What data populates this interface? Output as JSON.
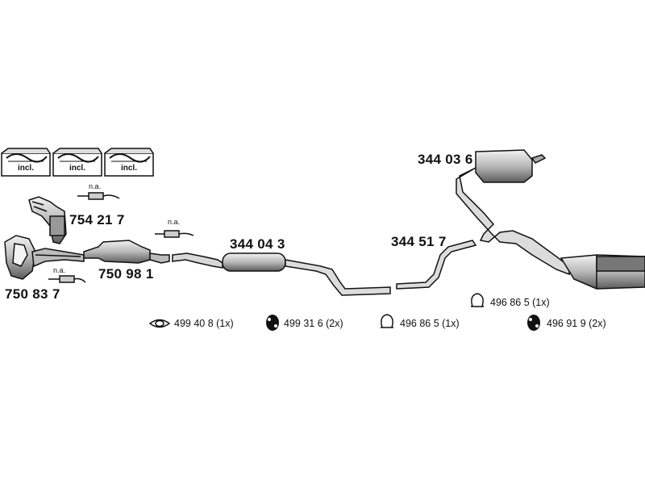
{
  "kits": [
    {
      "label": "incl."
    },
    {
      "label": "incl."
    },
    {
      "label": "incl."
    }
  ],
  "parts": {
    "manifold_upper": "754 21 7",
    "manifold_lower": "750 83 7",
    "catalyst": "750 98 1",
    "middle_silencer": "344 04 3",
    "intermediate_pipe": "344 51 7",
    "rear_silencer": "344 03 6"
  },
  "sensors": {
    "upper_note": "n.a.",
    "lower_note": "n.a.",
    "catalyst_note": "n.a."
  },
  "accessories": [
    {
      "part": "499 40 8 (1x)",
      "icon": "gasket-ring-icon"
    },
    {
      "part": "499 31 6 (2x)",
      "icon": "rubber-mount-icon"
    },
    {
      "part": "496 86 5 (1x)",
      "icon": "clamp-ring-icon"
    },
    {
      "part": "496 86 5 (1x)",
      "icon": "clamp-ring-icon"
    },
    {
      "part": "496 91 9 (2x)",
      "icon": "rubber-mount-icon"
    }
  ],
  "colors": {
    "line": "#111111",
    "fill": "#cfcfcf",
    "dark": "#333333"
  }
}
